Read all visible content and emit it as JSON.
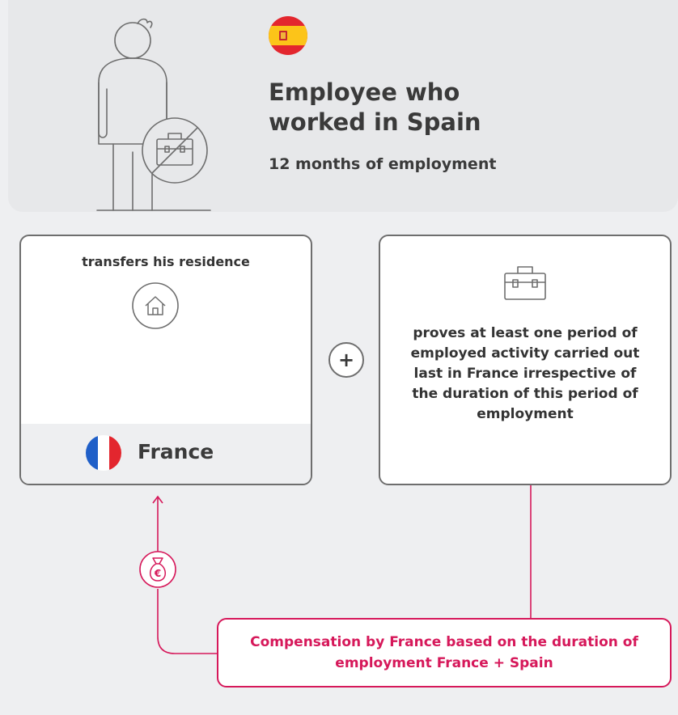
{
  "hero": {
    "title": "Employee who worked in Spain",
    "subtitle": "12 months of employment",
    "flag_icon": "spain-flag-icon",
    "person_icon": "person-icon",
    "no_work_icon": "briefcase-crossed-icon"
  },
  "left_card": {
    "label": "transfers his residence",
    "house_icon": "house-icon",
    "country": "France",
    "flag_icon": "france-flag-icon"
  },
  "operator": "+",
  "right_card": {
    "icon": "briefcase-icon",
    "text": "proves at least one period of employed activity carried out last in France irrespective of the duration of this period of employment"
  },
  "compensation": {
    "text": "Compensation by France based on the duration of employment France + Spain",
    "icon": "euro-moneybag-icon",
    "accent_color": "#d6185a"
  },
  "colors": {
    "outline": "#6e6e6e",
    "background": "#eeeff1",
    "accent": "#d6185a"
  }
}
